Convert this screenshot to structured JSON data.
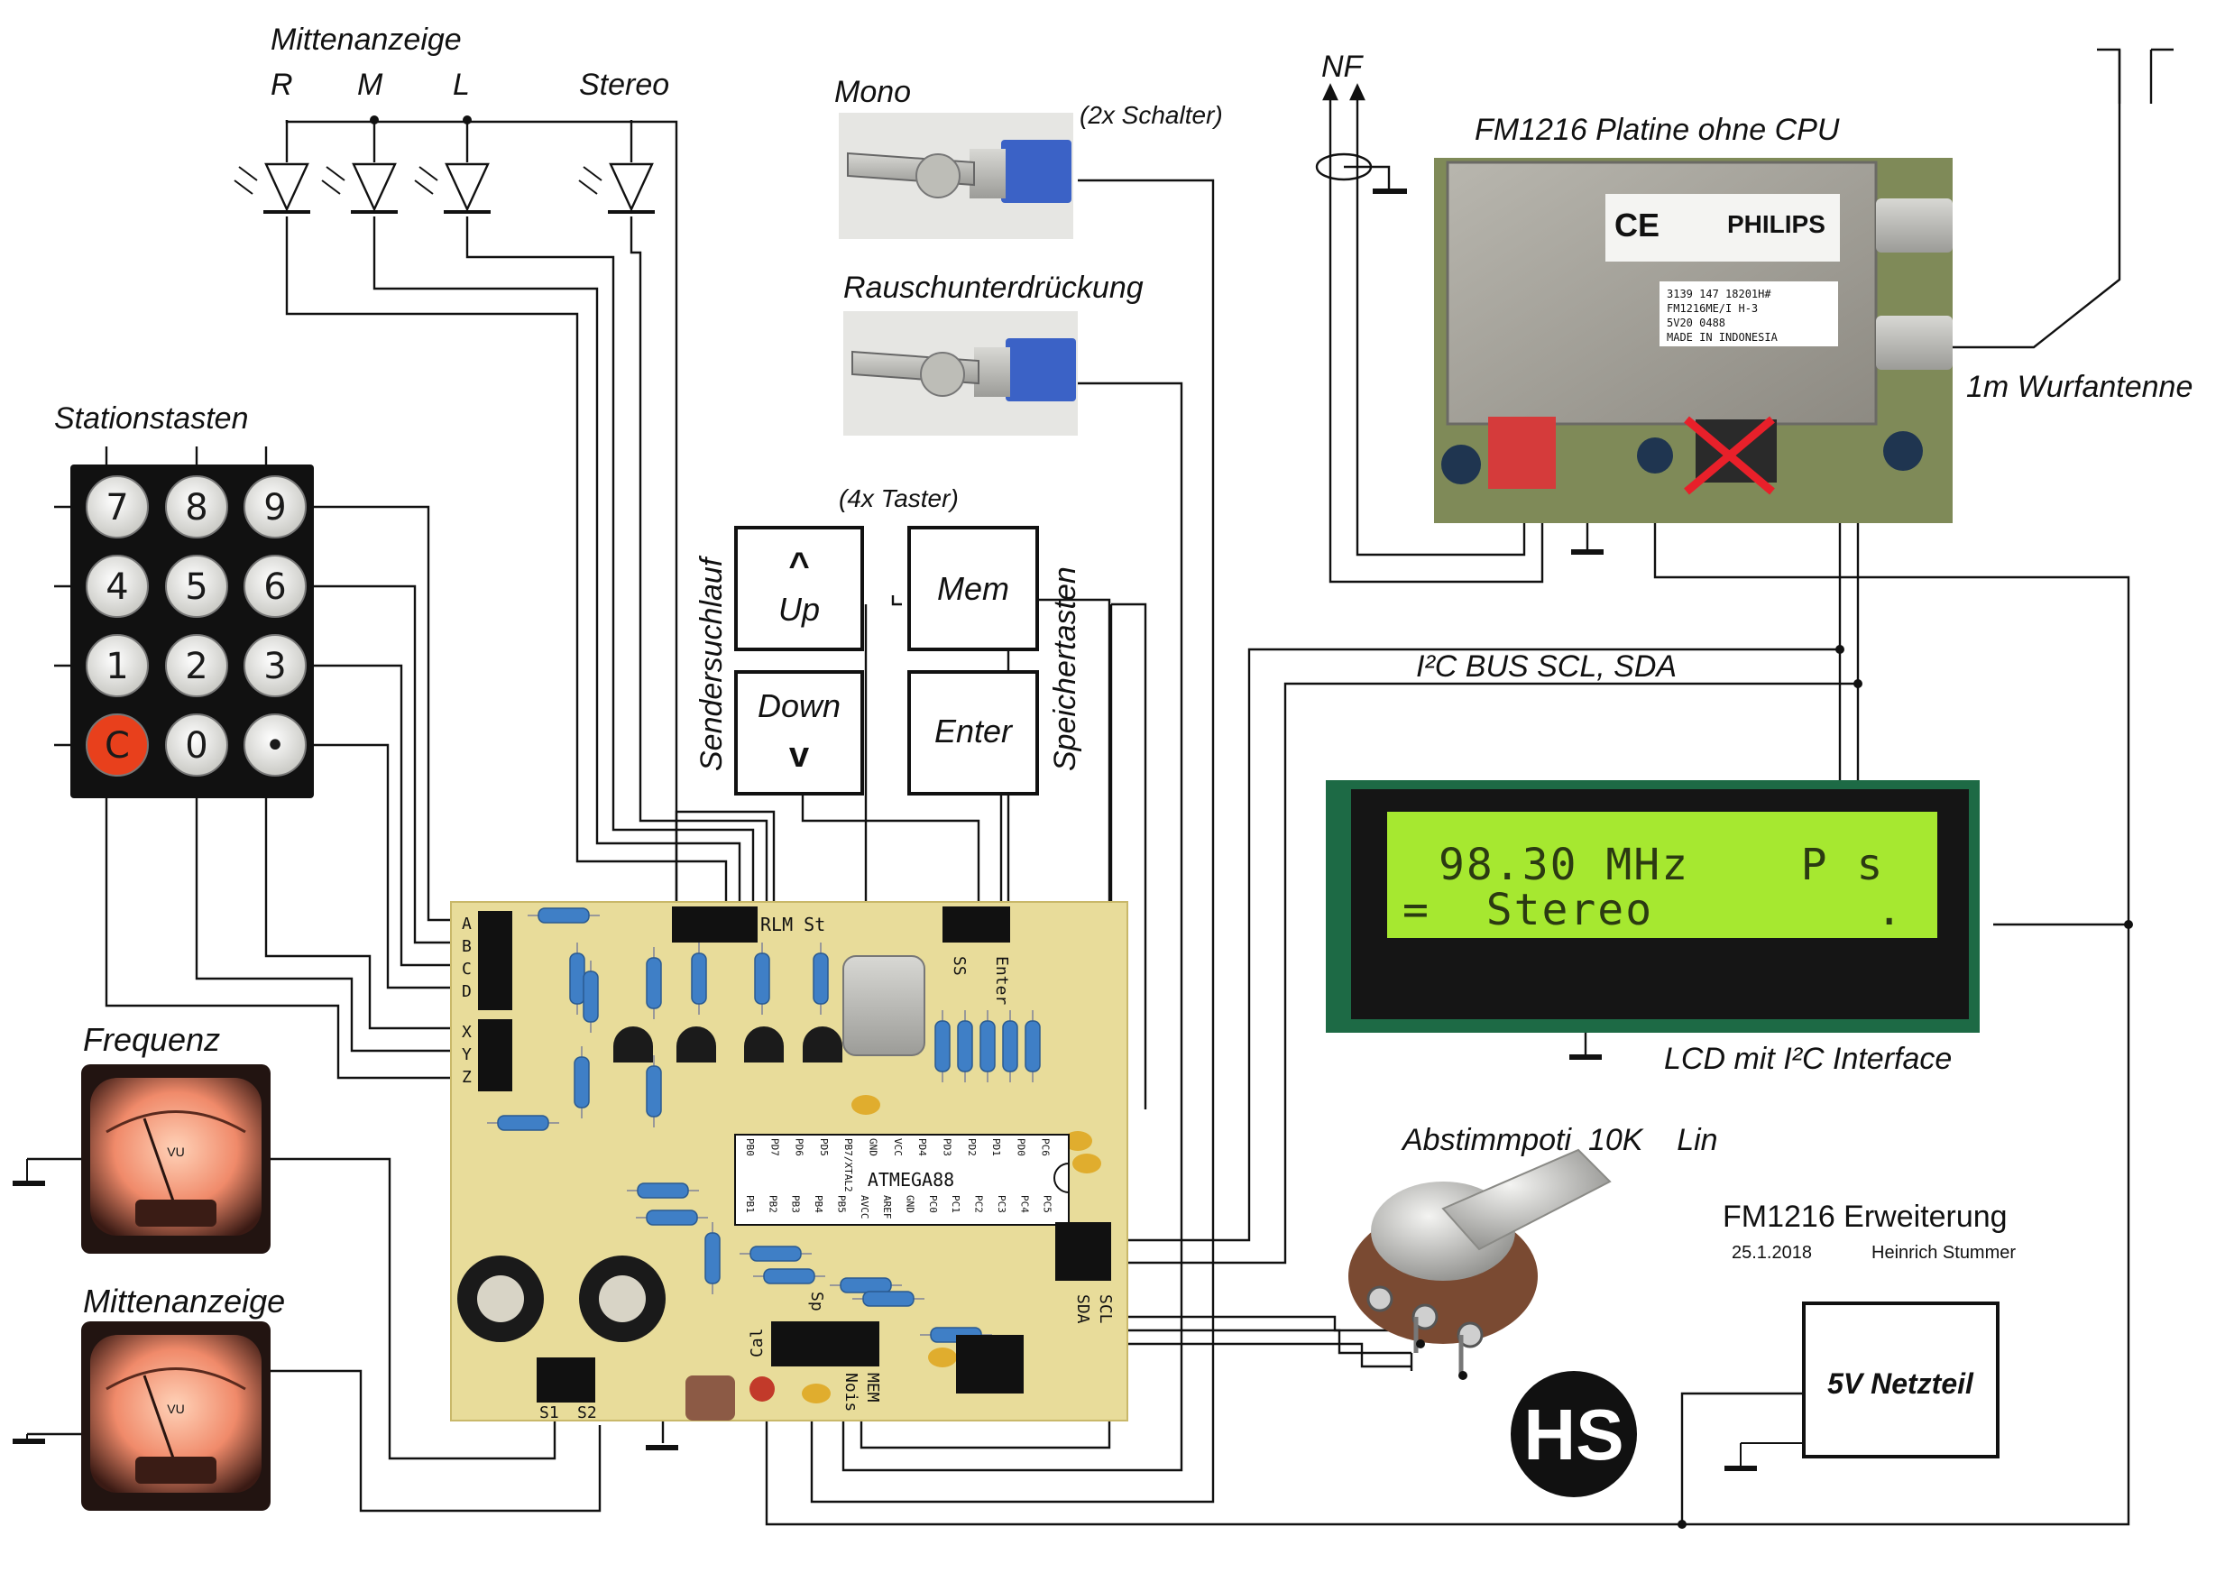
{
  "title": {
    "main": "FM1216 Erweiterung",
    "date": "25.1.2018",
    "author": "Heinrich Stummer",
    "logo": "HS"
  },
  "leds": {
    "group_label": "Mittenanzeige",
    "labels": [
      "R",
      "M",
      "L",
      "Stereo"
    ]
  },
  "switches": {
    "mono_label": "Mono",
    "count_note": "(2x Schalter)",
    "noise_label": "Rauschunterdrückung"
  },
  "buttons": {
    "count_note": "(4x Taster)",
    "left_group_label": "Sendersuchlauf",
    "right_group_label": "Speichertasten",
    "up_arrow": "^",
    "up_label": "Up",
    "down_label": "Down",
    "down_arrow": "v",
    "mem_label": "Mem",
    "enter_label": "Enter"
  },
  "keypad": {
    "label": "Stationstasten",
    "keys": [
      [
        "7",
        "8",
        "9"
      ],
      [
        "4",
        "5",
        "6"
      ],
      [
        "1",
        "2",
        "3"
      ],
      [
        "C",
        "0",
        "•"
      ]
    ],
    "accent": "#e8401c"
  },
  "meters": {
    "frequency_label": "Frequenz",
    "center_label": "Mittenanzeige",
    "face_label": "VU"
  },
  "tuner": {
    "nf_label": "NF",
    "label": "FM1216 Platine ohne CPU",
    "brand": "PHILIPS",
    "ce_mark": "CE",
    "sticker_lines": [
      "3139 147 18201H#",
      "FM1216ME/I H-3",
      "5V20 0488",
      "MADE IN INDONESIA"
    ],
    "antenna_label": "1m Wurfantenne"
  },
  "bus": {
    "label": "I²C BUS    SCL, SDA"
  },
  "lcd": {
    "line1": "98.30 MHz    P s",
    "line2": "=  Stereo        .",
    "label": "LCD mit I²C Interface",
    "screen_color": "#a6e830"
  },
  "pot": {
    "label": "Abstimmpoti  10K    Lin"
  },
  "power": {
    "label": "5V Netzteil"
  },
  "pcb": {
    "chip_label": "ATMEGA88",
    "chip_top_pins": [
      "PB0",
      "PD7",
      "PD6",
      "PD5",
      "PB7/XTAL2",
      "GND",
      "VCC",
      "PD4",
      "PD3",
      "PD2",
      "PD1",
      "PD0",
      "PC6"
    ],
    "chip_bottom_pins": [
      "PB1",
      "PB2",
      "PB3",
      "PB4",
      "PB5",
      "AVCC",
      "AREF",
      "GND",
      "PC0",
      "PC1",
      "PC2",
      "PC3",
      "PC4",
      "PC5"
    ],
    "header_rows_abcd": [
      "A",
      "B",
      "C",
      "D"
    ],
    "header_rows_xyz": [
      "X",
      "Y",
      "Z"
    ],
    "header_rlm": "RLM St",
    "header_enter": "Enter",
    "header_ss": "SS",
    "header_sda": "SDA",
    "header_scl": "SCL",
    "header_cal": "Cal",
    "header_noise": "Nois",
    "header_mem": "MEM",
    "header_s1": "S1",
    "header_s2": "S2",
    "header_sp": "Sp",
    "board_color": "#e8dc9a"
  }
}
